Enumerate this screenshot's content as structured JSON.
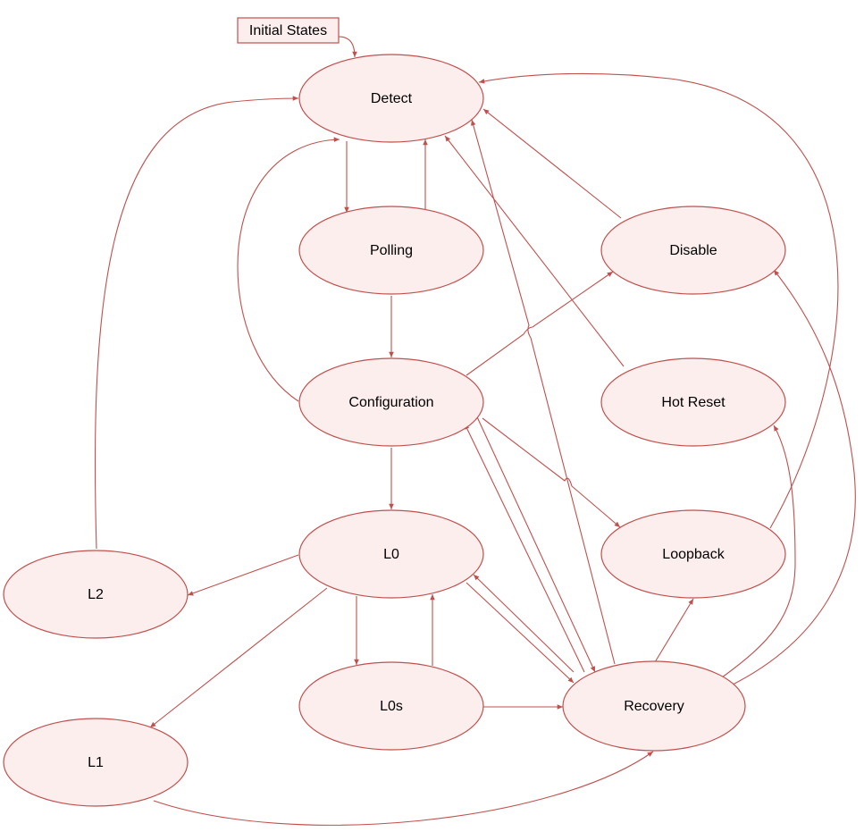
{
  "diagram": {
    "start_label": "Initial States",
    "states": {
      "detect": "Detect",
      "polling": "Polling",
      "configuration": "Configuration",
      "disable": "Disable",
      "hot_reset": "Hot Reset",
      "l0": "L0",
      "loopback": "Loopback",
      "l2": "L2",
      "l0s": "L0s",
      "recovery": "Recovery",
      "l1": "L1"
    },
    "colors": {
      "line": "#c0504d",
      "fill": "#fdeeee"
    },
    "transitions": [
      {
        "from": "initial_states",
        "to": "detect"
      },
      {
        "from": "detect",
        "to": "polling"
      },
      {
        "from": "polling",
        "to": "detect"
      },
      {
        "from": "polling",
        "to": "configuration"
      },
      {
        "from": "configuration",
        "to": "detect"
      },
      {
        "from": "configuration",
        "to": "disable"
      },
      {
        "from": "configuration",
        "to": "loopback"
      },
      {
        "from": "configuration",
        "to": "l0"
      },
      {
        "from": "configuration",
        "to": "recovery"
      },
      {
        "from": "recovery",
        "to": "configuration"
      },
      {
        "from": "disable",
        "to": "detect"
      },
      {
        "from": "hot_reset",
        "to": "detect"
      },
      {
        "from": "l0",
        "to": "l2"
      },
      {
        "from": "l0",
        "to": "l1"
      },
      {
        "from": "l0",
        "to": "l0s"
      },
      {
        "from": "l0s",
        "to": "l0"
      },
      {
        "from": "l0",
        "to": "recovery"
      },
      {
        "from": "recovery",
        "to": "l0"
      },
      {
        "from": "l0s",
        "to": "recovery"
      },
      {
        "from": "l1",
        "to": "recovery"
      },
      {
        "from": "l2",
        "to": "detect"
      },
      {
        "from": "recovery",
        "to": "detect"
      },
      {
        "from": "recovery",
        "to": "loopback"
      },
      {
        "from": "recovery",
        "to": "hot_reset"
      },
      {
        "from": "recovery",
        "to": "disable"
      },
      {
        "from": "loopback",
        "to": "detect"
      }
    ]
  }
}
